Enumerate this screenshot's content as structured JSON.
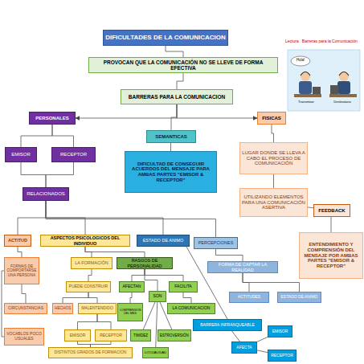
{
  "diagram": {
    "nodes": [
      {
        "text": [
          "DIFICULTADES DE LA COMUNICACION"
        ]
      },
      {
        "text": [
          "PROVOCAN QUE LA COMUNICACIÓN NO SE LLEVE DE FORMA EFECTIVA"
        ]
      },
      {
        "text": [
          "BARRERAS PARA LA COMUNICACION"
        ]
      },
      {
        "text": [
          "PERSONALES"
        ]
      },
      {
        "text": [
          "FISICAS"
        ]
      },
      {
        "text": [
          "SEMANTICAS"
        ]
      },
      {
        "text": [
          "EMISOR"
        ]
      },
      {
        "text": [
          "RECEPTOR"
        ]
      },
      {
        "text": [
          "DIFICULTAD DE CONSEGUIR ACUERDOS DEL MENSAJE PARA AMBAS PARTES \"EMISOR & RECEPTOR\""
        ]
      },
      {
        "text": [
          "LUGAR DONDE SE LLEVA A CABO EL PROCESO DE COMUNICACIÓN"
        ]
      },
      {
        "text": [
          "UTILIZANDO ELEMENTOS PARA UNA COMUNICACIÓN ASERTIVA"
        ]
      },
      {
        "text": [
          "FEEDBACK"
        ]
      },
      {
        "text": [
          "ENTENDIMIENTO Y COMPRENSIÓN DEL MENSAJE POR AMBAS PARTES \"EMISOR & RECEPTOR\""
        ]
      },
      {
        "text": [
          "RELACIONADOS"
        ]
      },
      {
        "text": [
          "ACTITUD"
        ]
      },
      {
        "text": [
          "ASPECTOS PSICOLOGICOS DEL INDIVIDUO"
        ]
      },
      {
        "text": [
          "ESTADO DE ANIMO"
        ]
      },
      {
        "text": [
          "PERCEPCIONES"
        ]
      },
      {
        "text": [
          "FORMAS DE COMPORTARSE UNA PERSONA"
        ]
      },
      {
        "text": [
          "LA FORMACIÓN"
        ]
      },
      {
        "text": [
          "RASGOS DE PERSONALIDAD"
        ]
      },
      {
        "text": [
          "FORMA DE CAPTAR LA REALIDAD"
        ]
      },
      {
        "text": [
          "PUEDE CONSTRUIR"
        ]
      },
      {
        "text": [
          "AFECTAN"
        ]
      },
      {
        "text": [
          "FACILITA"
        ]
      },
      {
        "text": [
          "SON"
        ]
      },
      {
        "text": [
          "ACTITUDES"
        ]
      },
      {
        "text": [
          "ESTADO DE ANIMO"
        ]
      },
      {
        "text": [
          "CIRCUNSTANCIAS"
        ]
      },
      {
        "text": [
          "HECHOS"
        ]
      },
      {
        "text": [
          "MALENTENDIDO"
        ]
      },
      {
        "text": [
          "COMPRENSION DEL MNS"
        ]
      },
      {
        "text": [
          "LA COMUNICACION"
        ]
      },
      {
        "text": [
          "BARRERA INFRANQUEABLE"
        ]
      },
      {
        "text": [
          "EMISOR"
        ]
      },
      {
        "text": [
          "VOCABLOS POCO USUALES"
        ]
      },
      {
        "text": [
          "EMISOR"
        ]
      },
      {
        "text": [
          "RECEPTOR"
        ]
      },
      {
        "text": [
          "TIMIDEZ"
        ]
      },
      {
        "text": [
          "ESTROVERSIÓN"
        ]
      },
      {
        "text": [
          "AFECTA"
        ]
      },
      {
        "text": [
          "RECEPTOR"
        ]
      },
      {
        "text": [
          "DISTINTOS GRADOS DE FORMACION"
        ]
      },
      {
        "text": [
          "LOCUALIDAD"
        ]
      }
    ],
    "edges": [
      {
        "from": 0,
        "to": 1,
        "arrow": "none"
      },
      {
        "from": 1,
        "to": 2,
        "arrow": "none"
      },
      {
        "from": 2,
        "to": 3,
        "arrow": "to"
      },
      {
        "from": 2,
        "to": 4,
        "arrow": "to"
      },
      {
        "from": 2,
        "to": 5,
        "arrow": "none"
      },
      {
        "from": 3,
        "to": 6,
        "arrow": "none"
      },
      {
        "from": 3,
        "to": 7,
        "arrow": "none"
      },
      {
        "from": 6,
        "to": 13,
        "arrow": "none"
      },
      {
        "from": 7,
        "to": 13,
        "arrow": "none"
      },
      {
        "from": 5,
        "to": 8,
        "arrow": "none"
      },
      {
        "from": 4,
        "to": 9,
        "arrow": "none"
      },
      {
        "from": 9,
        "to": 10,
        "arrow": "none"
      },
      {
        "from": 10,
        "to": 11,
        "arrow": "none"
      },
      {
        "from": 11,
        "to": 12,
        "arrow": "none"
      },
      {
        "from": 13,
        "to": 14,
        "arrow": "none"
      },
      {
        "from": 13,
        "to": 15,
        "arrow": "none"
      },
      {
        "from": 13,
        "to": 16,
        "arrow": "none"
      },
      {
        "from": 13,
        "to": 17,
        "arrow": "none"
      },
      {
        "from": 14,
        "to": 18,
        "arrow": "none"
      },
      {
        "from": 18,
        "to": 28,
        "arrow": "none"
      },
      {
        "from": 18,
        "to": 35,
        "arrow": "none"
      },
      {
        "from": 15,
        "to": 19,
        "arrow": "none"
      },
      {
        "from": 15,
        "to": 20,
        "arrow": "none"
      },
      {
        "from": 19,
        "to": 22,
        "arrow": "none"
      },
      {
        "from": 22,
        "to": 29,
        "arrow": "none"
      },
      {
        "from": 22,
        "to": 30,
        "arrow": "none"
      },
      {
        "from": 30,
        "to": 36,
        "arrow": "none"
      },
      {
        "from": 30,
        "to": 37,
        "arrow": "none"
      },
      {
        "from": 36,
        "to": 42,
        "arrow": "none"
      },
      {
        "from": 37,
        "to": 42,
        "arrow": "none"
      },
      {
        "from": 20,
        "to": 23,
        "arrow": "none"
      },
      {
        "from": 20,
        "to": 25,
        "arrow": "none"
      },
      {
        "from": 20,
        "to": 24,
        "arrow": "none"
      },
      {
        "from": 23,
        "to": 31,
        "arrow": "none"
      },
      {
        "from": 24,
        "to": 32,
        "arrow": "none"
      },
      {
        "from": 25,
        "to": 38,
        "arrow": "none"
      },
      {
        "from": 25,
        "to": 39,
        "arrow": "none"
      },
      {
        "from": 25,
        "to": 43,
        "arrow": "none"
      },
      {
        "from": 16,
        "to": 33,
        "arrow": "none"
      },
      {
        "from": 33,
        "to": 40,
        "arrow": "none"
      },
      {
        "from": 40,
        "to": 34,
        "arrow": "none"
      },
      {
        "from": 40,
        "to": 41,
        "arrow": "none"
      },
      {
        "from": 17,
        "to": 21,
        "arrow": "none"
      },
      {
        "from": 21,
        "to": 26,
        "arrow": "none"
      },
      {
        "from": 21,
        "to": 27,
        "arrow": "none"
      }
    ],
    "labels": [
      "Lectura : Barreras para la Comunicación",
      "Hola!",
      "Transmisor",
      "Destinatario"
    ]
  }
}
